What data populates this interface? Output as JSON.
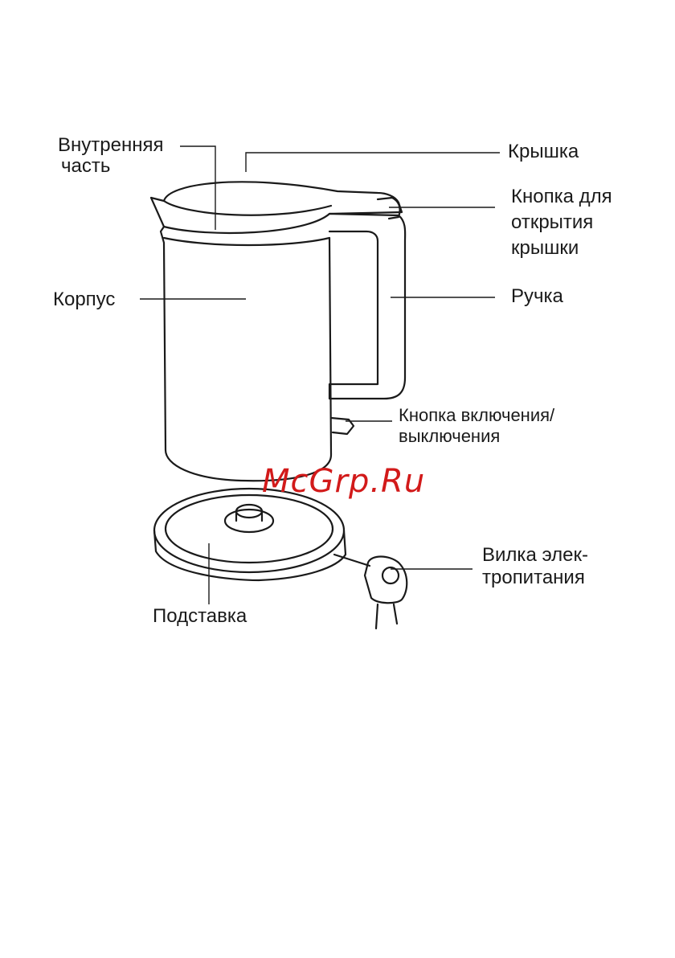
{
  "labels": {
    "inner_part_line1": "Внутренняя",
    "inner_part_line2": "часть",
    "lid": "Крышка",
    "lid_button_line1": "Кнопка для",
    "lid_button_line2": "открытия",
    "lid_button_line3": "крышки",
    "body": "Корпус",
    "handle": "Ручка",
    "power_button_line1": "Кнопка включения/",
    "power_button_line2": "выключения",
    "base": "Подставка",
    "plug_line1": "Вилка элек-",
    "plug_line2": "тропитания"
  },
  "watermark": "McGrp.Ru",
  "colors": {
    "line": "#1a1a1a",
    "watermark": "#d21a1a",
    "background": "#ffffff"
  }
}
